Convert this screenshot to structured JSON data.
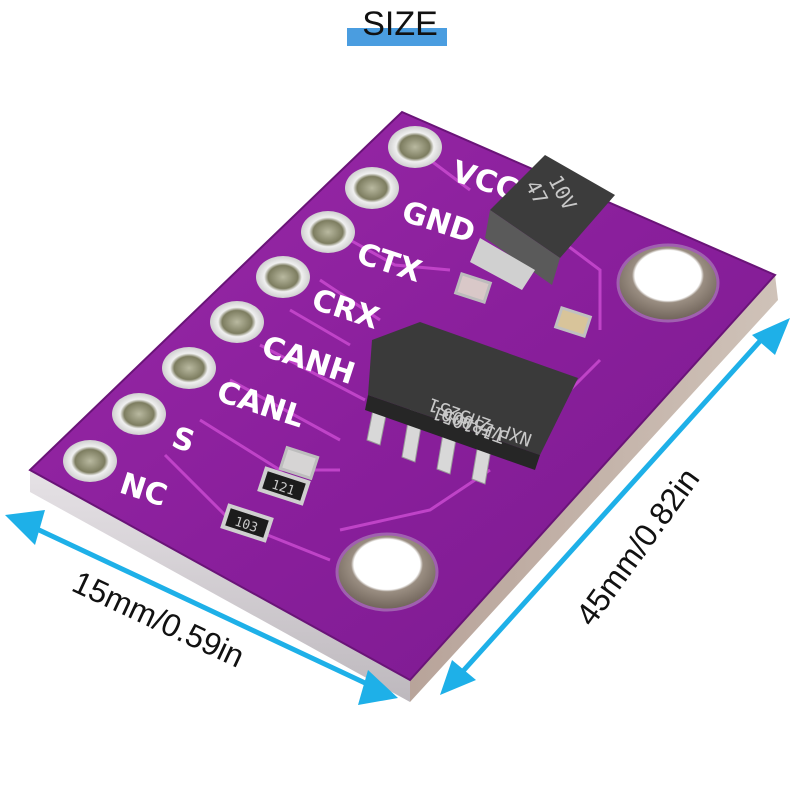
{
  "title": {
    "text": "SIZE",
    "underline_color": "#4a9de0"
  },
  "dimensions": {
    "width_label": "15mm/0.59in",
    "length_label": "45mm/0.82in",
    "arrow_color": "#1eb0e8"
  },
  "board": {
    "color": "#8a1d9a",
    "edge_color": "#d8d4d8",
    "pins": [
      "VCC",
      "GND",
      "CTX",
      "CRX",
      "CANH",
      "CANL",
      "S",
      "NC"
    ],
    "chip": {
      "lines": [
        "TJA1051",
        "VE3000",
        "NXP Zn5251"
      ]
    },
    "capacitor": {
      "lines": [
        "47",
        "10V"
      ]
    },
    "resistors": [
      "121",
      "103"
    ]
  }
}
